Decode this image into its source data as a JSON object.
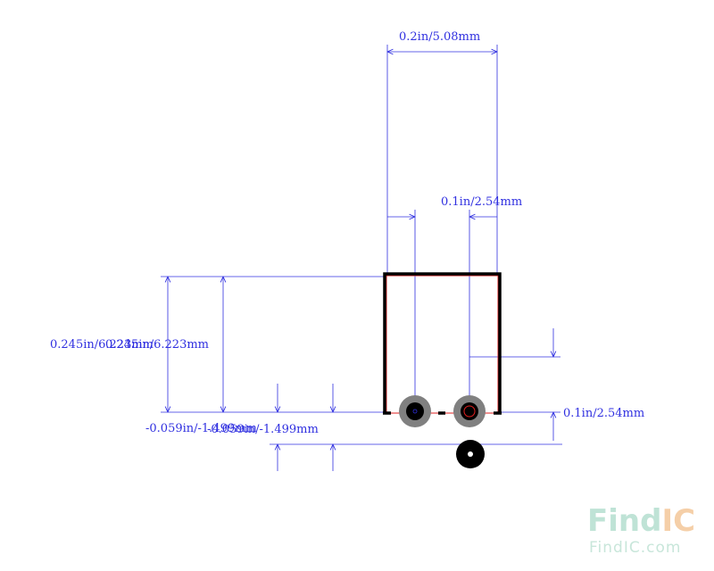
{
  "dimensions": {
    "top_width": "0.2in/5.08mm",
    "pin_pitch": "0.1in/2.54mm",
    "height_outer": "0.245in/6.223mm",
    "height_inner": "0.245in/6.223mm",
    "offset_left_a": "-0.059in/-1.499mm",
    "offset_left_b": "-0.059in/-1.499mm",
    "offset_right": "0.1in/2.54mm"
  },
  "watermark": {
    "brand_find": "Find",
    "brand_ic": "IC",
    "url": "FindIC.com"
  },
  "colors": {
    "dimension": "#3030e0",
    "outline": "#000000",
    "courtyard": "#e02020",
    "pad_ring": "#808080",
    "watermark_teal": "#bfe3d6",
    "watermark_orange": "#f5cfa8"
  }
}
